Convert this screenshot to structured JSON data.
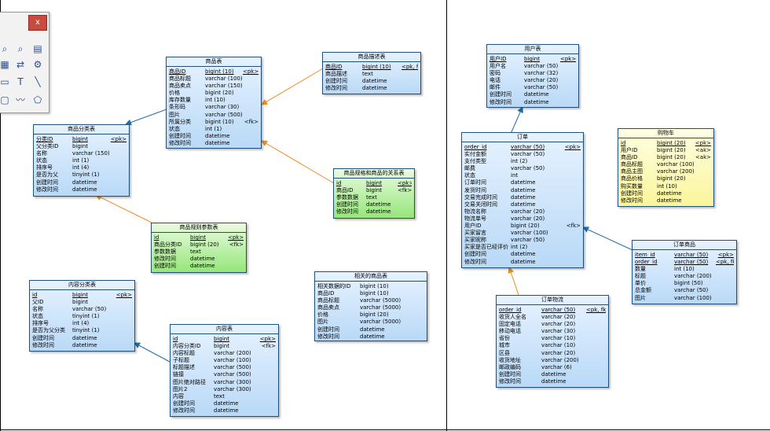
{
  "close_label": "x",
  "tables": {
    "goods": {
      "title": "商品表",
      "rows": [
        [
          "商品ID",
          "bigint (10)",
          "<pk>"
        ],
        [
          "商品标题",
          "varchar (100)",
          ""
        ],
        [
          "商品卖点",
          "varchar (150)",
          ""
        ],
        [
          "价格",
          "bigint (20)",
          ""
        ],
        [
          "库存数量",
          "int (10)",
          ""
        ],
        [
          "条形码",
          "varchar (30)",
          ""
        ],
        [
          "图片",
          "varchar (500)",
          ""
        ],
        [
          "所属分类",
          "bigint (10)",
          "<fk>"
        ],
        [
          "状态",
          "int (1)",
          ""
        ],
        [
          "创建时间",
          "datetime",
          ""
        ],
        [
          "修改时间",
          "datetime",
          ""
        ]
      ]
    },
    "goods_desc": {
      "title": "商品描述表",
      "rows": [
        [
          "商品ID",
          "bigint (10)",
          "<pk, fk>"
        ],
        [
          "商品描述",
          "text",
          ""
        ],
        [
          "创建时间",
          "datetime",
          ""
        ],
        [
          "修改时间",
          "datetime",
          ""
        ]
      ]
    },
    "goods_cat": {
      "title": "商品分类表",
      "rows": [
        [
          "分类ID",
          "bigint",
          "<pk>"
        ],
        [
          "父分类ID",
          "bigint",
          ""
        ],
        [
          "名称",
          "varchar (150)",
          ""
        ],
        [
          "状态",
          "int (1)",
          ""
        ],
        [
          "排序号",
          "int (4)",
          ""
        ],
        [
          "是否为父",
          "tinyint (1)",
          ""
        ],
        [
          "创建时间",
          "datetime",
          ""
        ],
        [
          "修改时间",
          "datetime",
          ""
        ]
      ]
    },
    "spec_rel": {
      "title": "商品规格和商品的关系表",
      "rows": [
        [
          "id",
          "bigint",
          "<pk>"
        ],
        [
          "商品ID",
          "bigint",
          "<fk>"
        ],
        [
          "参数数据",
          "text",
          ""
        ],
        [
          "创建时间",
          "datetime",
          ""
        ],
        [
          "修改时间",
          "datetime",
          ""
        ]
      ]
    },
    "spec_param": {
      "title": "商品规则参数表",
      "rows": [
        [
          "id",
          "bigint",
          "<pk>"
        ],
        [
          "商品分类ID",
          "bigint (20)",
          "<fk>"
        ],
        [
          "参数数据",
          "text",
          ""
        ],
        [
          "修改时间",
          "datetime",
          ""
        ],
        [
          "创建时间",
          "datetime",
          ""
        ]
      ]
    },
    "content_cat": {
      "title": "内容分类表",
      "rows": [
        [
          "id",
          "bigint",
          "<pk>"
        ],
        [
          "父ID",
          "bigint",
          ""
        ],
        [
          "名称",
          "varchar (50)",
          ""
        ],
        [
          "状态",
          "tinyint (1)",
          ""
        ],
        [
          "排序号",
          "int (4)",
          ""
        ],
        [
          "是否为父分类",
          "tinyint (1)",
          ""
        ],
        [
          "创建时间",
          "datetime",
          ""
        ],
        [
          "修改时间",
          "datetime",
          ""
        ]
      ]
    },
    "content": {
      "title": "内容表",
      "rows": [
        [
          "id",
          "bigint",
          "<pk>"
        ],
        [
          "内容分类ID",
          "bigint",
          "<fk>"
        ],
        [
          "内容标题",
          "varchar (200)",
          ""
        ],
        [
          "子标题",
          "varchar (100)",
          ""
        ],
        [
          "标题描述",
          "varchar (500)",
          ""
        ],
        [
          "链接",
          "varchar (500)",
          ""
        ],
        [
          "图片绝对路径",
          "varchar (300)",
          ""
        ],
        [
          "图片2",
          "varchar (300)",
          ""
        ],
        [
          "内容",
          "text",
          ""
        ],
        [
          "创建时间",
          "datetime",
          ""
        ],
        [
          "修改时间",
          "datetime",
          ""
        ]
      ]
    },
    "search_goods": {
      "title": "相关的商品表",
      "rows": [
        [
          "相关数据的ID",
          "bigint (10)",
          ""
        ],
        [
          "商品ID",
          "bigint (10)",
          ""
        ],
        [
          "商品标题",
          "varchar (5000)",
          ""
        ],
        [
          "商品卖点",
          "varchar (5000)",
          ""
        ],
        [
          "价格",
          "bigint (20)",
          ""
        ],
        [
          "图片",
          "varchar (5000)",
          ""
        ],
        [
          "创建时间",
          "datetime",
          ""
        ],
        [
          "修改时间",
          "datetime",
          ""
        ]
      ]
    },
    "user": {
      "title": "用户表",
      "rows": [
        [
          "用户ID",
          "bigint",
          "<pk>"
        ],
        [
          "用户名",
          "varchar (50)",
          ""
        ],
        [
          "密码",
          "varchar (32)",
          ""
        ],
        [
          "电话",
          "varchar (20)",
          ""
        ],
        [
          "邮件",
          "varchar (50)",
          ""
        ],
        [
          "创建时间",
          "datetime",
          ""
        ],
        [
          "修改时间",
          "datetime",
          ""
        ]
      ]
    },
    "cart": {
      "title": "购物车",
      "rows": [
        [
          "id",
          "bigint (20)",
          "<pk>"
        ],
        [
          "用户ID",
          "bigint (20)",
          "<ak>"
        ],
        [
          "商品ID",
          "bigint (20)",
          "<ak>"
        ],
        [
          "商品标题",
          "varchar (100)",
          ""
        ],
        [
          "商品主图",
          "varchar (200)",
          ""
        ],
        [
          "商品价格",
          "bigint (20)",
          ""
        ],
        [
          "购买数量",
          "int (10)",
          ""
        ],
        [
          "创建时间",
          "datetime",
          ""
        ],
        [
          "修改时间",
          "datetime",
          ""
        ]
      ]
    },
    "order": {
      "title": "订单",
      "rows": [
        [
          "order_id",
          "varchar (50)",
          "<pk>"
        ],
        [
          "实付金额",
          "varchar (50)",
          ""
        ],
        [
          "支付类型",
          "int (2)",
          ""
        ],
        [
          "邮费",
          "varchar (50)",
          ""
        ],
        [
          "状态",
          "int",
          ""
        ],
        [
          "订单时间",
          "datetime",
          ""
        ],
        [
          "发货时间",
          "datetime",
          ""
        ],
        [
          "交易完成时间",
          "datetime",
          ""
        ],
        [
          "交易关闭时间",
          "datetime",
          ""
        ],
        [
          "物流名称",
          "varchar (20)",
          ""
        ],
        [
          "物流单号",
          "varchar (20)",
          ""
        ],
        [
          "用户ID",
          "bigint (20)",
          "<fk>"
        ],
        [
          "买家留言",
          "varchar (100)",
          ""
        ],
        [
          "买家昵称",
          "varchar (50)",
          ""
        ],
        [
          "买家是否已经评价",
          "int (2)",
          ""
        ],
        [
          "创建时间",
          "datetime",
          ""
        ],
        [
          "修改时间",
          "datetime",
          ""
        ]
      ]
    },
    "order_item": {
      "title": "订单商品",
      "rows": [
        [
          "item_id",
          "varchar (50)",
          "<pk>"
        ],
        [
          "order_id",
          "varchar (50)",
          "<pk, fk>"
        ],
        [
          "数量",
          "int (10)",
          ""
        ],
        [
          "标题",
          "varchar (200)",
          ""
        ],
        [
          "单价",
          "bigint (50)",
          ""
        ],
        [
          "总金额",
          "varchar (50)",
          ""
        ],
        [
          "图片",
          "varchar (100)",
          ""
        ]
      ]
    },
    "order_ship": {
      "title": "订单物流",
      "rows": [
        [
          "order_id",
          "varchar (50)",
          "<pk, fk>"
        ],
        [
          "收货人全名",
          "varchar (20)",
          ""
        ],
        [
          "固定电话",
          "varchar (20)",
          ""
        ],
        [
          "移动电话",
          "varchar (30)",
          ""
        ],
        [
          "省份",
          "varchar (10)",
          ""
        ],
        [
          "城市",
          "varchar (10)",
          ""
        ],
        [
          "区县",
          "varchar (20)",
          ""
        ],
        [
          "收货地址",
          "varchar (200)",
          ""
        ],
        [
          "邮政编码",
          "varchar (6)",
          ""
        ],
        [
          "创建时间",
          "datetime",
          ""
        ],
        [
          "修改时间",
          "datetime",
          ""
        ]
      ]
    }
  }
}
